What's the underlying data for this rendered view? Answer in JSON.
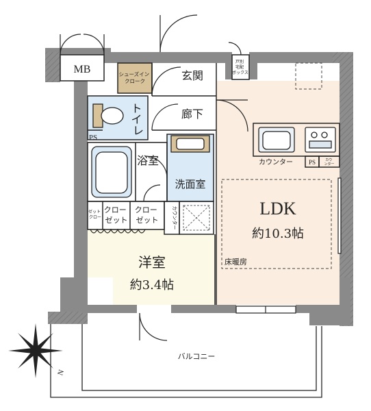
{
  "rooms": {
    "mb": "MB",
    "shoes_in_cloak": "シューズイン\nクローク",
    "genkan": "玄関",
    "toilet": "トイレ",
    "corridor": "廊下",
    "ps_left": "PS",
    "bath": "浴室",
    "washroom": "洗面室",
    "closet_small": "ゼット\nクロー",
    "closet_1": "クロー\nゼット",
    "closet_2": "クロー\nゼット",
    "counter_vertical": "カウンター",
    "ldk_label": "LDK",
    "ldk_area": "約10.3帖",
    "floor_heating": "床暖房",
    "counter_kitchen": "カウンター",
    "ps_right": "PS",
    "counter_small": "カウ\nンター",
    "bedroom_label": "洋室",
    "bedroom_area": "約3.4帖",
    "balcony": "バルコニー",
    "delivery_box": "戸別\n宅配\nボックス",
    "north_mark": "N"
  },
  "colors": {
    "wall": "#8a8a8a",
    "wall_dark": "#6e6e6e",
    "ldk_floor": "#fbeee0",
    "bedroom_floor": "#fdf9e7",
    "wet_floor": "#dbeaf7",
    "cloak_fill": "#d8c29a",
    "line": "#222222"
  }
}
